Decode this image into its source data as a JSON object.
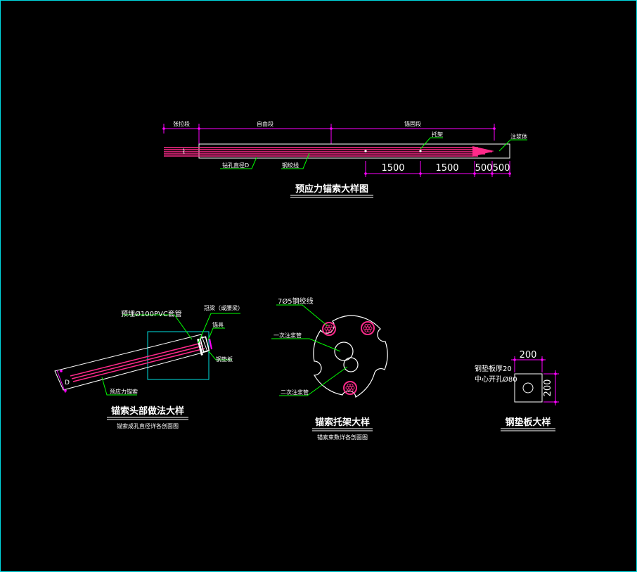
{
  "colors": {
    "background": "#000000",
    "frame": "#00d8e0",
    "lines": "#ffffff",
    "dimensions": "#ff00ff",
    "leaders": "#00ff00",
    "strands": "#ff2a8a",
    "block": "#00e0e0"
  },
  "anchor_detail": {
    "title": "预应力锚索大样图",
    "seg_tension": "张拉段",
    "seg_free": "自由段",
    "seg_anchor": "锚固段",
    "label_bracket": "托架",
    "label_grout_body": "注浆体",
    "label_pipe": "钻孔直径D",
    "label_strand": "钢绞线",
    "dims": [
      "1500",
      "1500",
      "500",
      "500"
    ]
  },
  "head_detail": {
    "title": "锚索头部做法大样",
    "subtitle": "锚索成孔直径详各剖面图",
    "label_pvc": "预埋Ø100PVC套管",
    "label_concrete": "冠梁（或腰梁）",
    "label_anchor_head": "锚具",
    "label_plate": "钢垫板",
    "label_cable": "预应力锚索",
    "label_d": "D"
  },
  "bracket_detail": {
    "title": "锚索托架大样",
    "subtitle": "锚索束数详各剖面图",
    "label_strand": "7Ø5钢绞线",
    "label_grout1": "一次注浆管",
    "label_grout2": "二次注浆管"
  },
  "plate_detail": {
    "title": "钢垫板大样",
    "dim_w": "200",
    "dim_h": "200",
    "label_thickness": "钢垫板厚20",
    "label_hole": "中心开孔Ø80"
  }
}
